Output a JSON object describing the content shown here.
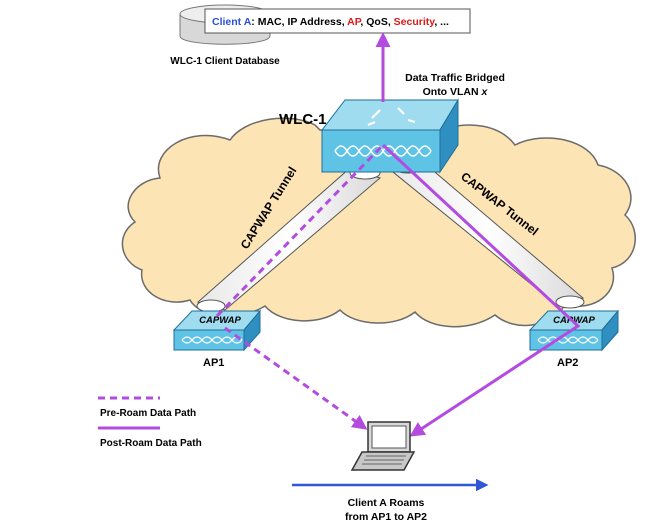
{
  "database": {
    "client_text": {
      "prefix": "Client A",
      "colon": ":",
      "mac": " MAC, IP Address, ",
      "ap": "AP",
      "qos_sep": ", QoS, ",
      "security": "Security",
      "tail": ", ..."
    },
    "label": "WLC-1 Client Database"
  },
  "controller": {
    "label": "WLC-1"
  },
  "data_traffic": {
    "line1": "Data Traffic Bridged",
    "line2_prefix": "Onto VLAN ",
    "line2_var": "x"
  },
  "tunnels": {
    "left": "CAPWAP Tunnel",
    "right": "CAPWAP Tunnel"
  },
  "access_points": [
    {
      "badge": "CAPWAP",
      "label": "AP1"
    },
    {
      "badge": "CAPWAP",
      "label": "AP2"
    }
  ],
  "legend": {
    "pre_roam": "Pre-Roam Data Path",
    "post_roam": "Post-Roam Data Path"
  },
  "roam": {
    "line1": "Client A Roams",
    "line2": "from AP1 to AP2"
  },
  "colors": {
    "path": "#b44be0",
    "cloud_fill": "#fce4b4",
    "cloud_stroke": "#6b6b6b",
    "device_top": "#9fdcf0",
    "device_front": "#5fc3e6",
    "device_side": "#2e8fc0",
    "database_client": "#2b4fd6",
    "highlight_red": "#e01818",
    "roam_arrow": "#2f58d6"
  }
}
